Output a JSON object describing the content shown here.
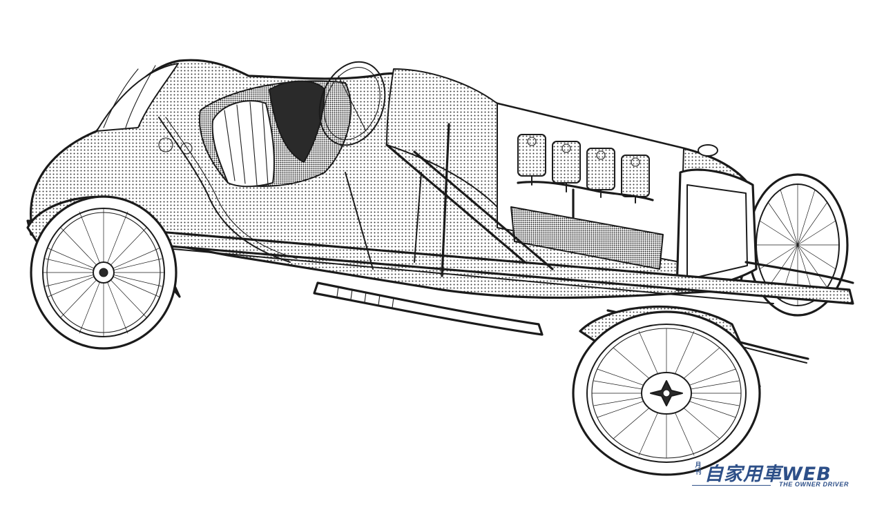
{
  "logo": {
    "small": "月刊",
    "main": "自家用車WEB",
    "subtitle": "THE OWNER DRIVER",
    "color": "#2d4f88"
  },
  "illustration": {
    "subject": "cutaway-race-car-illustration",
    "ink_color": "#1b1b1b",
    "background": "#ffffff"
  }
}
